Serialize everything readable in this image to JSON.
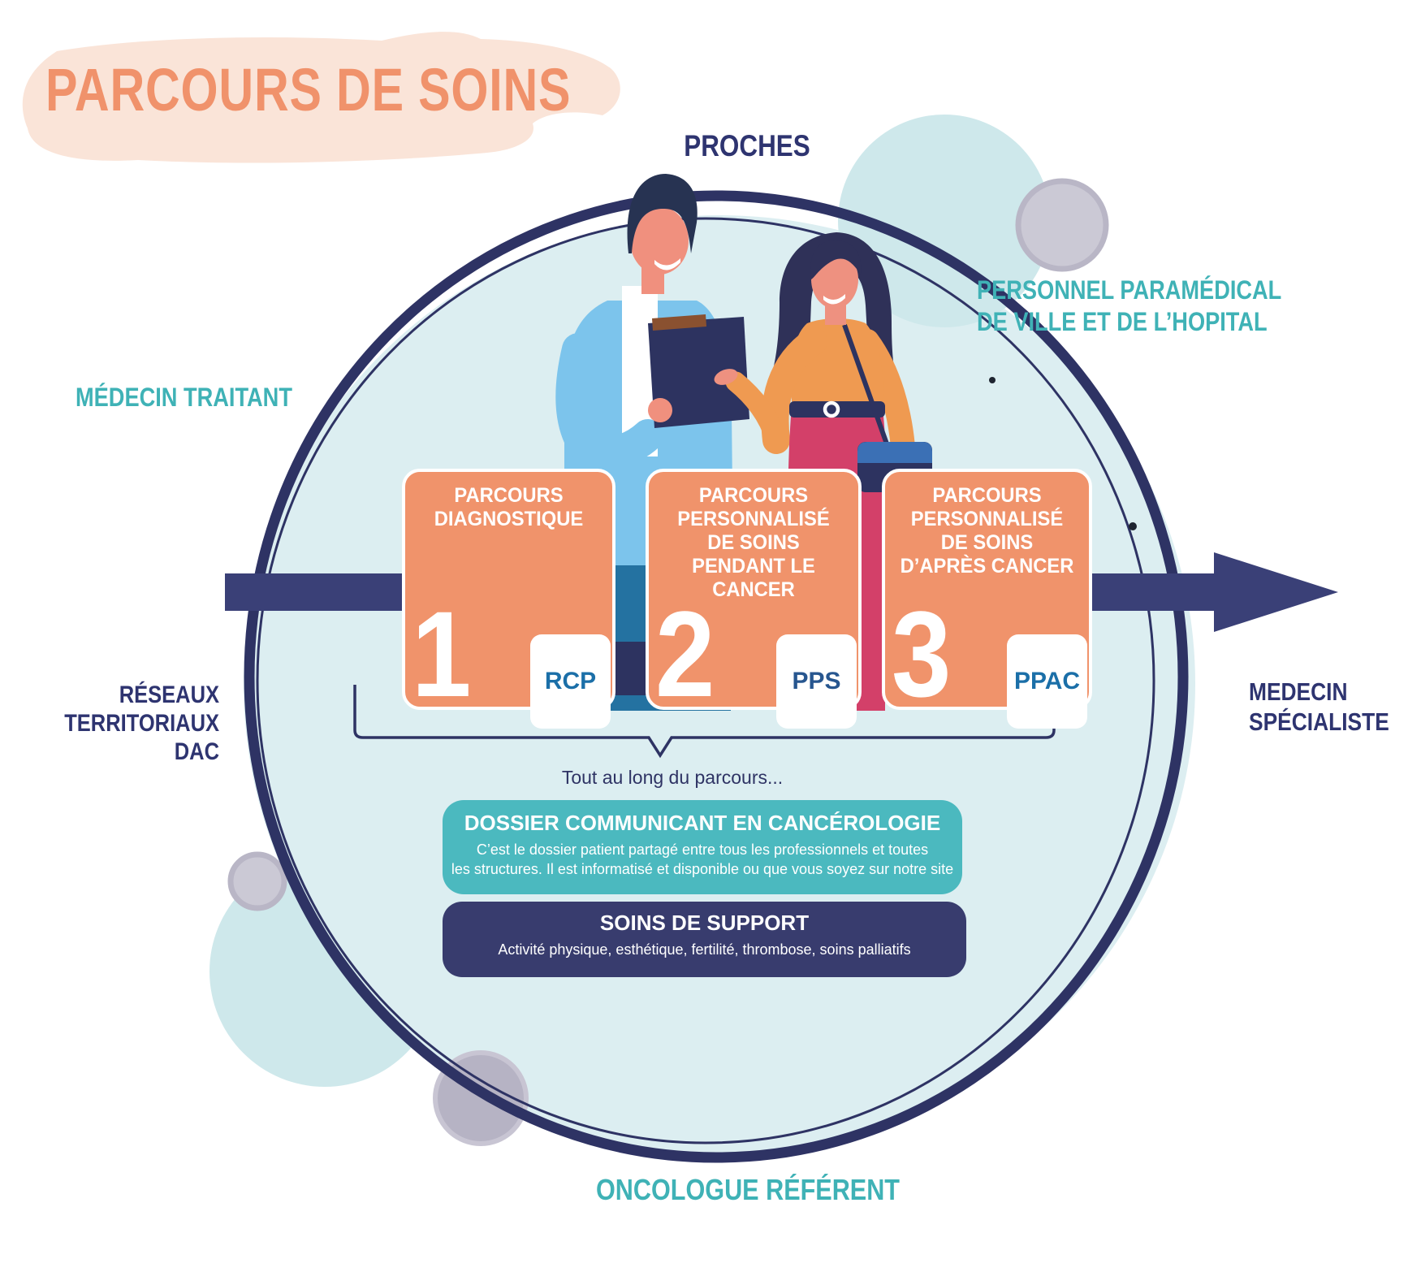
{
  "title": "PARCOURS DE SOINS",
  "labels": {
    "proches": "PROCHES",
    "personnel": "PERSONNEL PARAMÉDICAL\nDE VILLE ET DE L’HOPITAL",
    "medecin_traitant": "MÉDECIN TRAITANT",
    "reseaux": "RÉSEAUX\nTERRITORIAUX\nDAC",
    "medecin_specialiste": "MEDECIN\nSPÉCIALISTE",
    "oncologue": "ONCOLOGUE RÉFÉRENT"
  },
  "stages": [
    {
      "number": "1",
      "title": "PARCOURS\nDIAGNOSTIQUE",
      "tag": "RCP"
    },
    {
      "number": "2",
      "title": "PARCOURS\nPERSONNALISÉ\nDE SOINS\nPENDANT LE\nCANCER",
      "tag": "PPS"
    },
    {
      "number": "3",
      "title": "PARCOURS\nPERSONNALISÉ\nDE SOINS\nD’APRÈS CANCER",
      "tag": "PPAC"
    }
  ],
  "timeline_caption": "Tout au long du parcours...",
  "info_boxes": [
    {
      "title": "DOSSIER COMMUNICANT EN CANCÉROLOGIE",
      "body": "C’est le dossier patient partagé entre tous les professionnels et toutes\nles structures. Il est informatisé et disponible ou que vous soyez sur notre site"
    },
    {
      "title": "SOINS DE SUPPORT",
      "body": "Activité physique, esthétique, fertilité, thrombose, soins palliatifs"
    }
  ],
  "colors": {
    "accent_orange": "#F0926B",
    "brush_peach": "#FAE4D8",
    "navy": "#2E3364",
    "teal_text": "#3FB2B6",
    "teal_box": "#4BB9BF",
    "navy_box": "#383C6E",
    "stage_orange": "#F0936B",
    "circle_fill": "#DCEEF1",
    "tag_blue": "#1B6FA8"
  }
}
